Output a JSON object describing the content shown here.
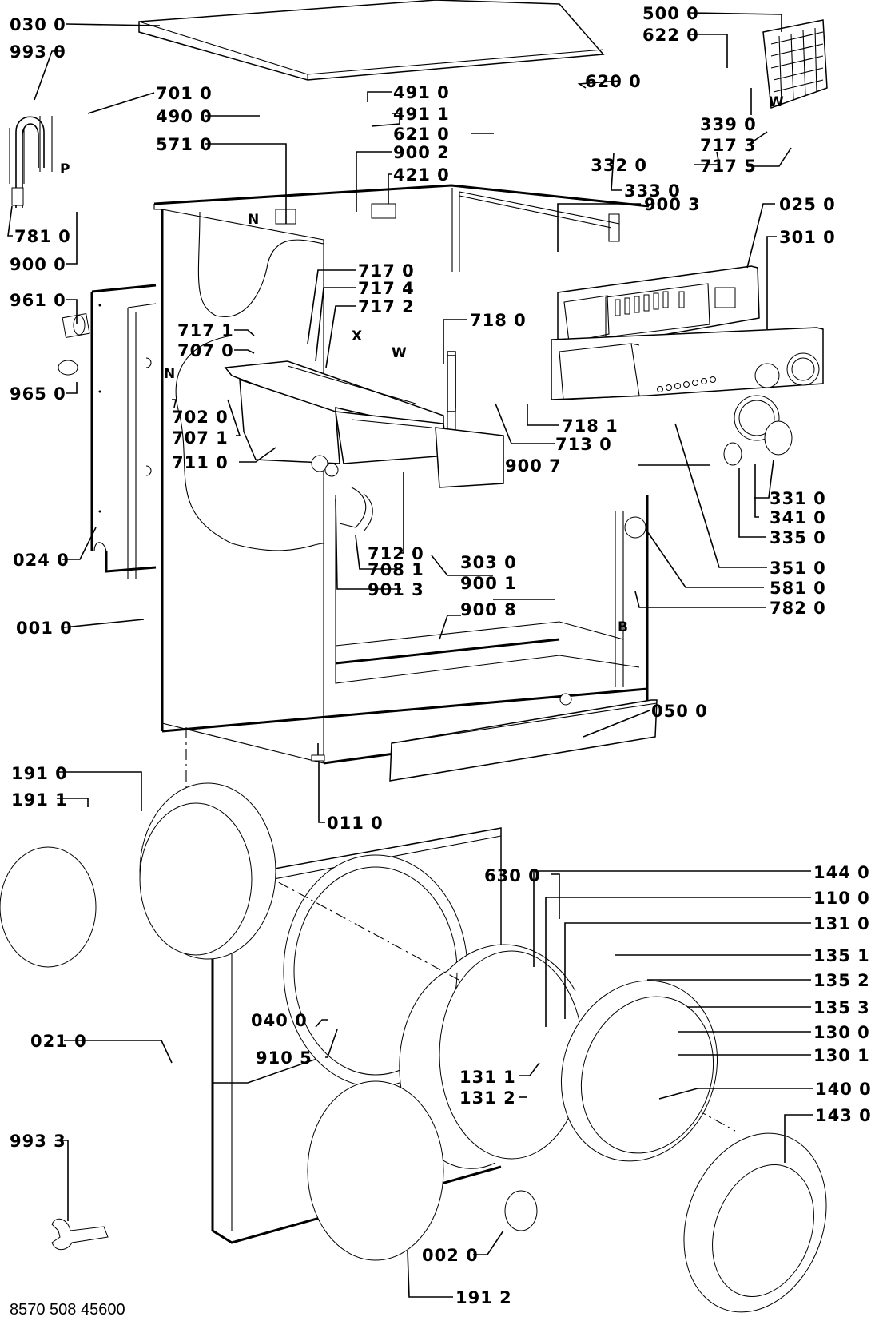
{
  "document_number": "8570 508 45600",
  "labels": [
    {
      "code": "030 0"
    },
    {
      "code": "993 0"
    },
    {
      "code": "701 0"
    },
    {
      "code": "490 0"
    },
    {
      "code": "571 0"
    },
    {
      "code": "491 0"
    },
    {
      "code": "491 1"
    },
    {
      "code": "621 0"
    },
    {
      "code": "900 2"
    },
    {
      "code": "421 0"
    },
    {
      "code": "620 0"
    },
    {
      "code": "500 0"
    },
    {
      "code": "622 0"
    },
    {
      "code": "339 0"
    },
    {
      "code": "717 3"
    },
    {
      "code": "717 5"
    },
    {
      "code": "332 0"
    },
    {
      "code": "333 0"
    },
    {
      "code": "900 3"
    },
    {
      "code": "025 0"
    },
    {
      "code": "301 0"
    },
    {
      "code": "781 0"
    },
    {
      "code": "900 0"
    },
    {
      "code": "961 0"
    },
    {
      "code": "965 0"
    },
    {
      "code": "717 0"
    },
    {
      "code": "717 4"
    },
    {
      "code": "717 2"
    },
    {
      "code": "718 0"
    },
    {
      "code": "717 1"
    },
    {
      "code": "707 0"
    },
    {
      "code": "702 0"
    },
    {
      "code": "707 1"
    },
    {
      "code": "711 0"
    },
    {
      "code": "718 1"
    },
    {
      "code": "713 0"
    },
    {
      "code": "900 7"
    },
    {
      "code": "331 0"
    },
    {
      "code": "341 0"
    },
    {
      "code": "335 0"
    },
    {
      "code": "712 0"
    },
    {
      "code": "708 1"
    },
    {
      "code": "901 3"
    },
    {
      "code": "303 0"
    },
    {
      "code": "900 1"
    },
    {
      "code": "900 8"
    },
    {
      "code": "351 0"
    },
    {
      "code": "581 0"
    },
    {
      "code": "782 0"
    },
    {
      "code": "024 0"
    },
    {
      "code": "001 0"
    },
    {
      "code": "050 0"
    },
    {
      "code": "191 0"
    },
    {
      "code": "191 1"
    },
    {
      "code": "011 0"
    },
    {
      "code": "630 0"
    },
    {
      "code": "144 0"
    },
    {
      "code": "110 0"
    },
    {
      "code": "131 0"
    },
    {
      "code": "135 1"
    },
    {
      "code": "135 2"
    },
    {
      "code": "135 3"
    },
    {
      "code": "130 0"
    },
    {
      "code": "130 1"
    },
    {
      "code": "040 0"
    },
    {
      "code": "140 0"
    },
    {
      "code": "021 0"
    },
    {
      "code": "910 5"
    },
    {
      "code": "131 1"
    },
    {
      "code": "131 2"
    },
    {
      "code": "143 0"
    },
    {
      "code": "993 3"
    },
    {
      "code": "002 0"
    },
    {
      "code": "191 2"
    }
  ],
  "markers": {
    "P": "P",
    "N": "N",
    "X": "X",
    "W": "W",
    "B": "B"
  }
}
